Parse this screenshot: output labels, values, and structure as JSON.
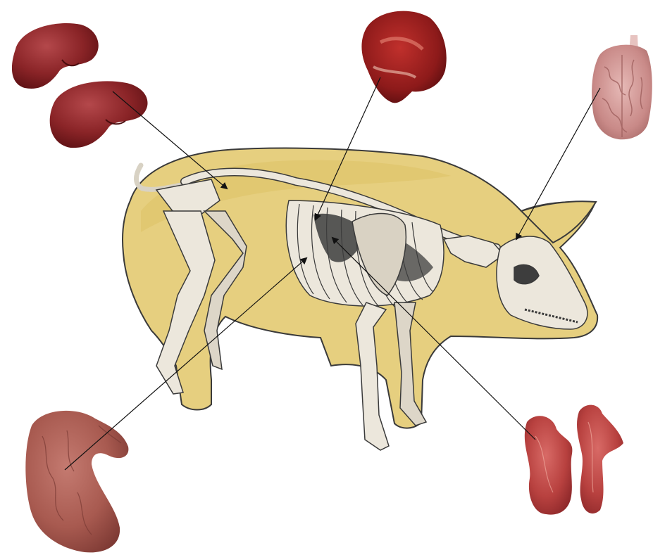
{
  "diagram": {
    "subject": "pig",
    "colors": {
      "body_fill": "#e6cf7f",
      "body_outline": "#3a3a3a",
      "bone": "#ece7dc",
      "bone_shadow": "#b9b2a6",
      "organ_dark": "#7a1a1e",
      "organ_mid": "#9b2a2e",
      "organ_light": "#c25a5c",
      "leader_line": "#111111"
    },
    "organs": [
      {
        "key": "kidneys",
        "icon": "kidneys-icon"
      },
      {
        "key": "heart",
        "icon": "heart-icon"
      },
      {
        "key": "brain",
        "icon": "brain-icon"
      },
      {
        "key": "stomach",
        "icon": "stomach-icon"
      },
      {
        "key": "lungs",
        "icon": "lungs-icon"
      }
    ]
  }
}
